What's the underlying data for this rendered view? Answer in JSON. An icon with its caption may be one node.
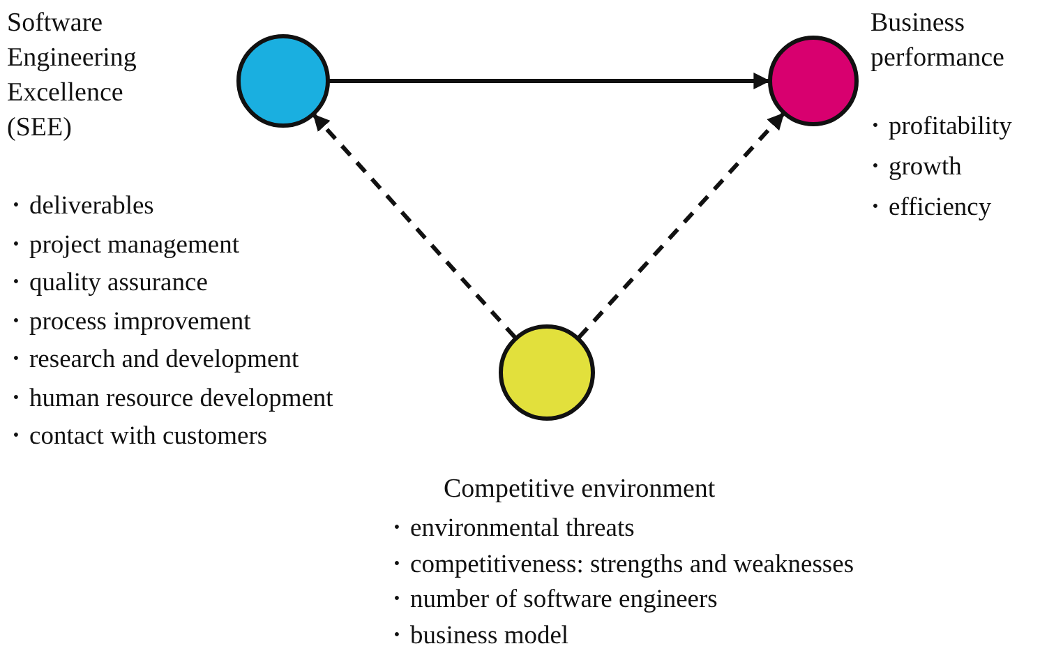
{
  "diagram": {
    "nodes": [
      {
        "text": [
          "Software Engineering Excellence (SEE)"
        ],
        "beside": [
          "・deliverables",
          "・project management",
          "・quality assurance",
          "・process improvement",
          "・research and development",
          "・human resource development",
          "・contact with customers"
        ]
      },
      {
        "text": [
          "Business performance"
        ],
        "beside": [
          "・profitability",
          "・growth",
          "・efficiency"
        ]
      },
      {
        "text": [
          "Competitive environment"
        ],
        "beside": [
          "・environmental threats",
          "・competitiveness: strengths and weaknesses",
          "・number of software engineers",
          "・business model"
        ]
      }
    ],
    "edges": [
      {
        "from": 0,
        "to": 1,
        "arrow": "to"
      },
      {
        "from": 2,
        "to": 0,
        "arrow": "to",
        "style": "dashed"
      },
      {
        "from": 2,
        "to": 1,
        "arrow": "to",
        "style": "dashed"
      }
    ]
  }
}
